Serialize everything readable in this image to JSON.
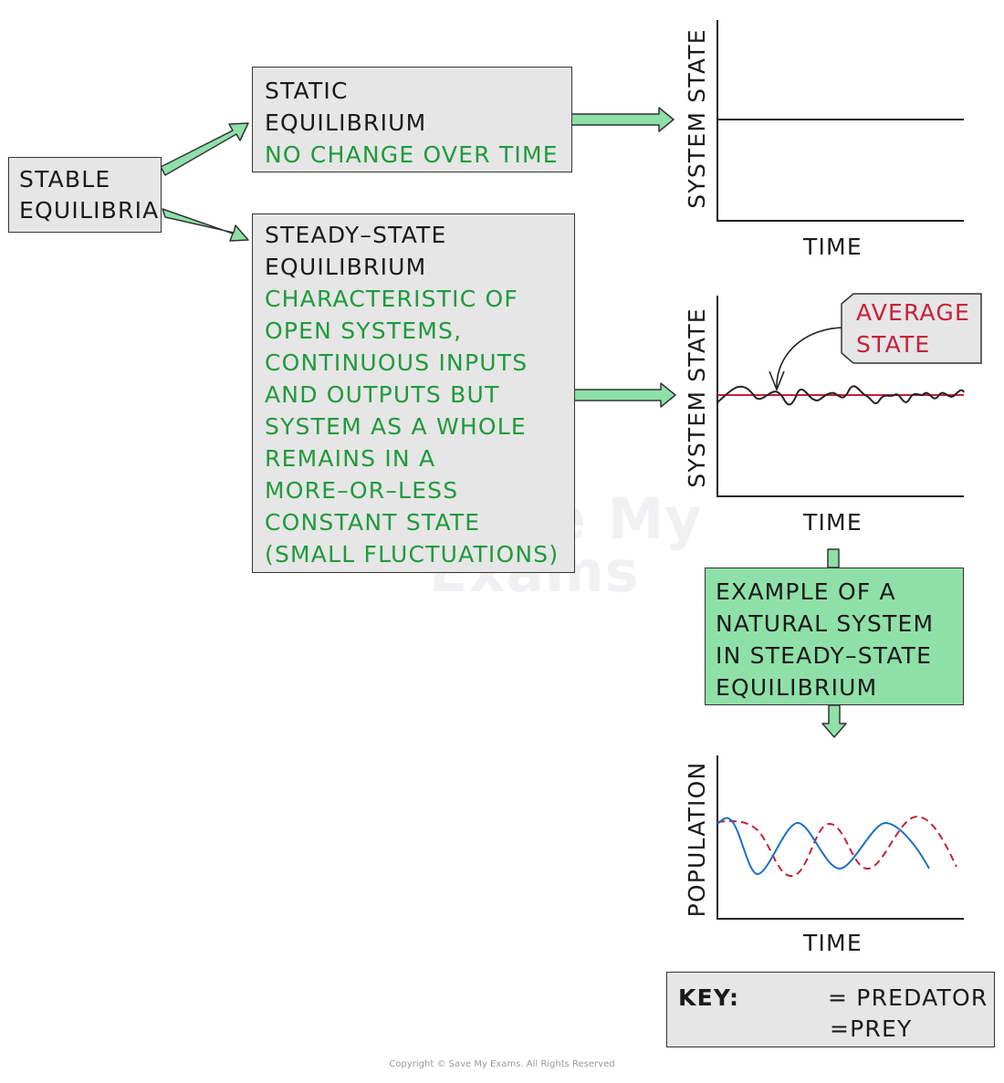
{
  "watermark": [
    "Save My",
    "Exams"
  ],
  "stable": [
    "STABLE",
    "EQUILIBRIA"
  ],
  "static_box": {
    "title": [
      "STATIC",
      "EQUILIBRIUM"
    ],
    "desc": [
      "NO CHANGE OVER TIME"
    ]
  },
  "steady_box": {
    "title": [
      "STEADY–STATE",
      "EQUILIBRIUM"
    ],
    "desc": [
      "CHARACTERISTIC OF",
      "OPEN SYSTEMS,",
      "CONTINUOUS INPUTS",
      "AND OUTPUTS BUT",
      "SYSTEM AS A WHOLE",
      "REMAINS IN A",
      "MORE–OR–LESS",
      "CONSTANT STATE",
      "(SMALL FLUCTUATIONS)"
    ]
  },
  "graph1": {
    "ylabel": "SYSTEM STATE",
    "xlabel": "TIME"
  },
  "graph2": {
    "ylabel": "SYSTEM STATE",
    "xlabel": "TIME",
    "callout": [
      "AVERAGE",
      "STATE"
    ]
  },
  "example_box": [
    "EXAMPLE OF A",
    "NATURAL SYSTEM",
    "IN STEADY–STATE",
    "EQUILIBRIUM"
  ],
  "graph3": {
    "ylabel": "POPULATION",
    "xlabel": "TIME"
  },
  "key": {
    "title": "KEY:",
    "predator": "= PREDATOR",
    "prey": "=PREY"
  },
  "copyright": "Copyright © Save My Exams. All Rights Reserved",
  "colors": {
    "box_fill": "#e6e6e6",
    "arrow_fill": "#8fe0a8",
    "example_fill": "#8fe0a8",
    "green_text": "#1f9a3c",
    "red": "#c8203a",
    "blue": "#1a72c4"
  }
}
